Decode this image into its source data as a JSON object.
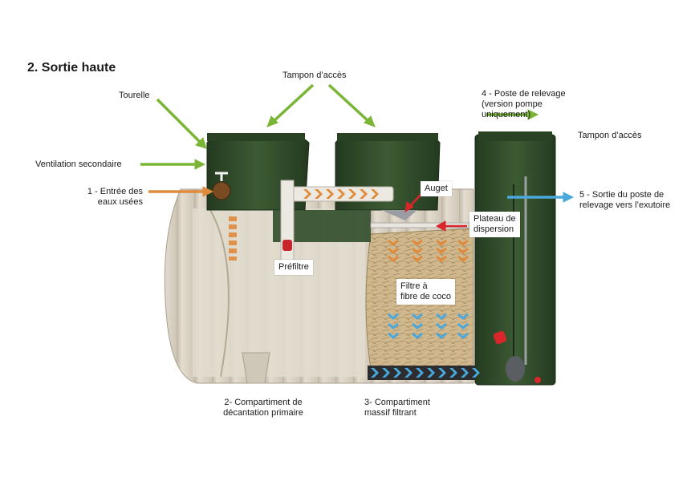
{
  "title": "2. Sortie haute",
  "labels": {
    "tourelle": "Tourelle",
    "tampon_top": "Tampon d’accès",
    "ventilation": "Ventilation secondaire",
    "entree": "1 - Entrée des\neaux usées",
    "poste": "4 - Poste de relevage\n(version pompe\nuniquement)",
    "tampon_right": "Tampon d’accès",
    "sortie": "5 - Sortie du poste de\nrelevage vers l’exutoire",
    "auget": "Auget",
    "plateau": "Plateau de\ndispersion",
    "prefiltre": "Préfiltre",
    "filtre": "Filtre à\nfibre de coco",
    "compartiment2": "2- Compartiment de\ndécantation primaire",
    "compartiment3": "3- Compartiment\nmassif filtrant"
  },
  "colors": {
    "arrow_green": "#7ab536",
    "flow_orange": "#e08a3c",
    "flow_blue": "#4aa8dc",
    "arrow_red": "#d9262b",
    "tank_beige": "#d8d0c2",
    "lid_green": "#2f4a28",
    "coco": "#cdb389"
  },
  "icons": [
    "arrow-green-icon",
    "arrow-red-icon",
    "arrow-blue-icon",
    "flow-chevron-icon"
  ]
}
